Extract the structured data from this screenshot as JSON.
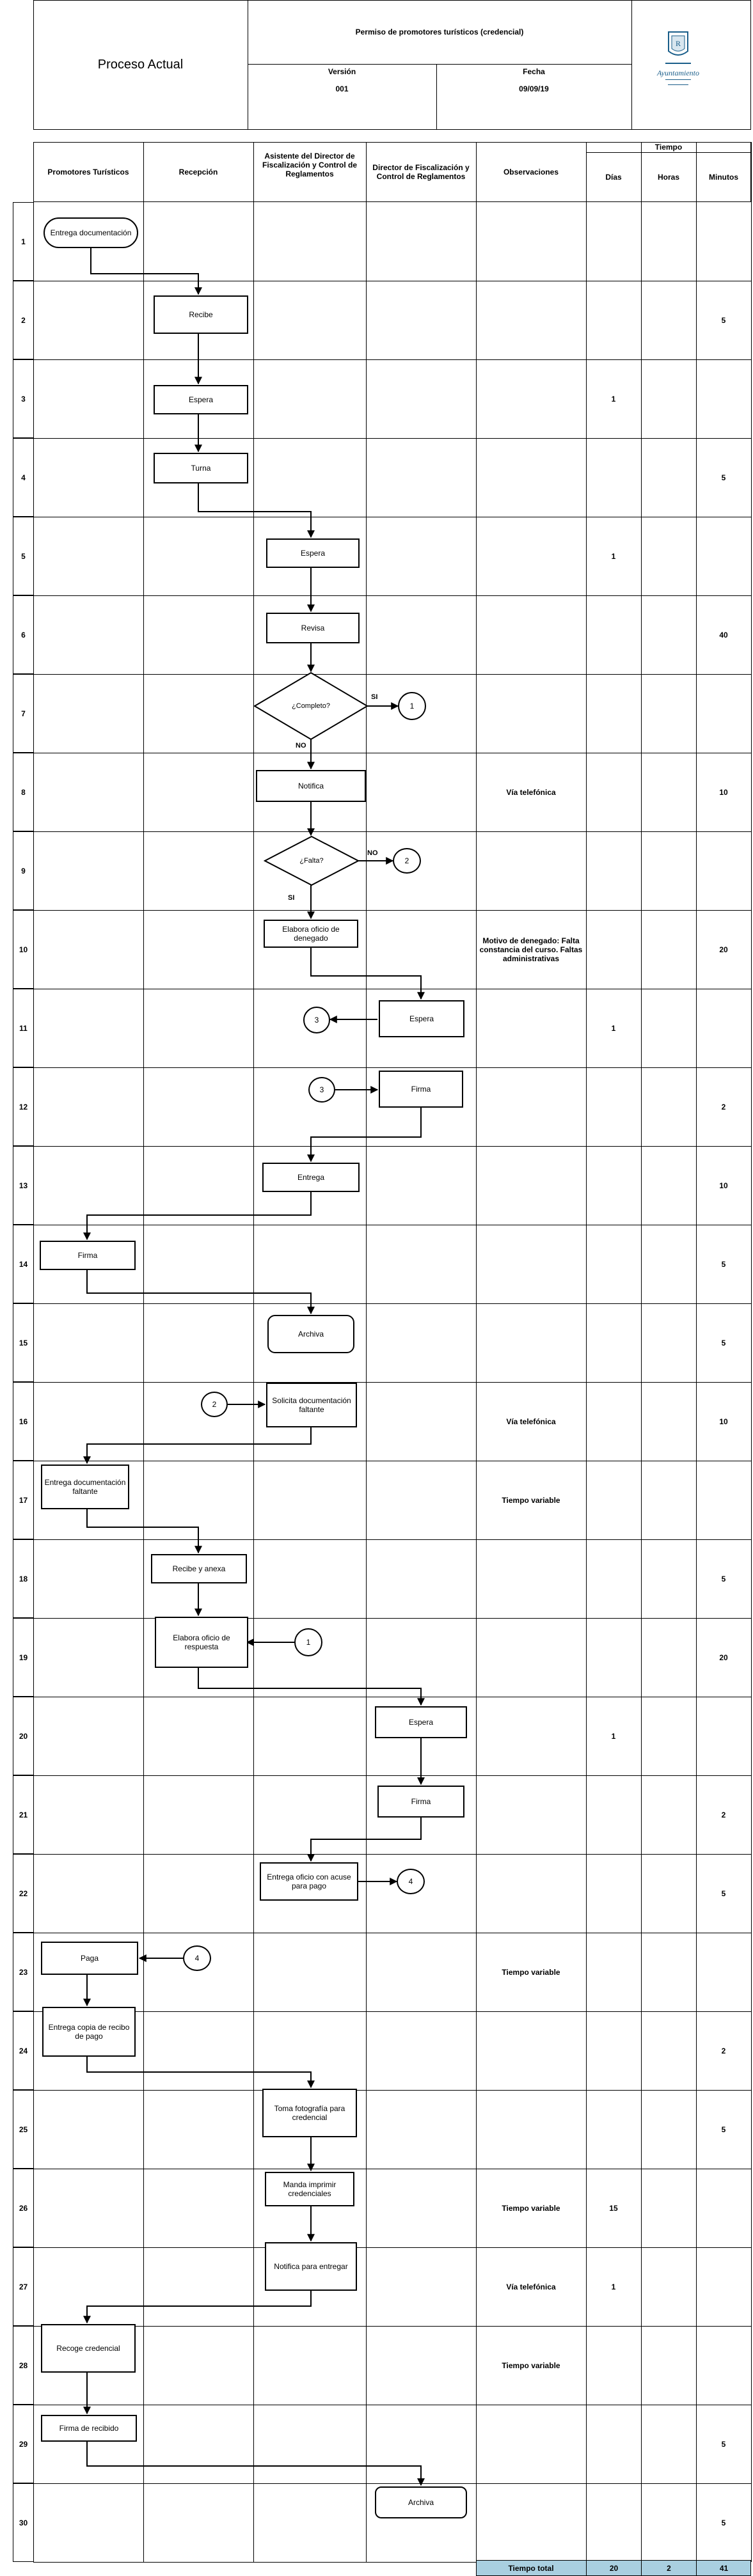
{
  "header": {
    "title": "Proceso Actual",
    "permit": "Permiso de promotores turísticos  (credencial)",
    "version_label": "Versión",
    "version_value": "001",
    "date_label": "Fecha",
    "date_value": "09/09/19",
    "logo_text": "Ayuntamiento"
  },
  "columns": {
    "promotores": "Promotores Turísticos",
    "recepcion": "Recepción",
    "asistente": "Asistente del Director de Fiscalización y Control de Reglamentos",
    "director": "Director de Fiscalización y Control de Reglamentos",
    "observaciones": "Observaciones",
    "tiempo": "Tiempo",
    "dias": "Días",
    "horas": "Horas",
    "minutos": "Minutos"
  },
  "rows": [
    {
      "n": "1",
      "obs": "",
      "dias": "",
      "horas": "",
      "min": ""
    },
    {
      "n": "2",
      "obs": "",
      "dias": "",
      "horas": "",
      "min": "5"
    },
    {
      "n": "3",
      "obs": "",
      "dias": "1",
      "horas": "",
      "min": ""
    },
    {
      "n": "4",
      "obs": "",
      "dias": "",
      "horas": "",
      "min": "5"
    },
    {
      "n": "5",
      "obs": "",
      "dias": "1",
      "horas": "",
      "min": ""
    },
    {
      "n": "6",
      "obs": "",
      "dias": "",
      "horas": "",
      "min": "40"
    },
    {
      "n": "7",
      "obs": "",
      "dias": "",
      "horas": "",
      "min": ""
    },
    {
      "n": "8",
      "obs": "Vía telefónica",
      "dias": "",
      "horas": "",
      "min": "10"
    },
    {
      "n": "9",
      "obs": "",
      "dias": "",
      "horas": "",
      "min": ""
    },
    {
      "n": "10",
      "obs": "Motivo de denegado: Falta constancia del curso. Faltas administrativas",
      "dias": "",
      "horas": "",
      "min": "20"
    },
    {
      "n": "11",
      "obs": "",
      "dias": "1",
      "horas": "",
      "min": ""
    },
    {
      "n": "12",
      "obs": "",
      "dias": "",
      "horas": "",
      "min": "2"
    },
    {
      "n": "13",
      "obs": "",
      "dias": "",
      "horas": "",
      "min": "10"
    },
    {
      "n": "14",
      "obs": "",
      "dias": "",
      "horas": "",
      "min": "5"
    },
    {
      "n": "15",
      "obs": "",
      "dias": "",
      "horas": "",
      "min": "5"
    },
    {
      "n": "16",
      "obs": "Vía telefónica",
      "dias": "",
      "horas": "",
      "min": "10"
    },
    {
      "n": "17",
      "obs": "Tiempo variable",
      "dias": "",
      "horas": "",
      "min": ""
    },
    {
      "n": "18",
      "obs": "",
      "dias": "",
      "horas": "",
      "min": "5"
    },
    {
      "n": "19",
      "obs": "",
      "dias": "",
      "horas": "",
      "min": "20"
    },
    {
      "n": "20",
      "obs": "",
      "dias": "1",
      "horas": "",
      "min": ""
    },
    {
      "n": "21",
      "obs": "",
      "dias": "",
      "horas": "",
      "min": "2"
    },
    {
      "n": "22",
      "obs": "",
      "dias": "",
      "horas": "",
      "min": "5"
    },
    {
      "n": "23",
      "obs": "Tiempo variable",
      "dias": "",
      "horas": "",
      "min": ""
    },
    {
      "n": "24",
      "obs": "",
      "dias": "",
      "horas": "",
      "min": "2"
    },
    {
      "n": "25",
      "obs": "",
      "dias": "",
      "horas": "",
      "min": "5"
    },
    {
      "n": "26",
      "obs": "Tiempo variable",
      "dias": "15",
      "horas": "",
      "min": ""
    },
    {
      "n": "27",
      "obs": "Vía telefónica",
      "dias": "1",
      "horas": "",
      "min": ""
    },
    {
      "n": "28",
      "obs": "Tiempo variable",
      "dias": "",
      "horas": "",
      "min": ""
    },
    {
      "n": "29",
      "obs": "",
      "dias": "",
      "horas": "",
      "min": "5"
    },
    {
      "n": "30",
      "obs": "",
      "dias": "",
      "horas": "",
      "min": "5"
    }
  ],
  "totals": {
    "label": "Tiempo total",
    "dias": "20",
    "horas": "2",
    "minutos": "41"
  },
  "steps": {
    "s1": "Entrega documentación",
    "s2": "Recibe",
    "s3": "Espera",
    "s4": "Turna",
    "s5": "Espera",
    "s6": "Revisa",
    "s7": "¿Completo?",
    "s8": "Notifica",
    "s9": "¿Falta?",
    "s10": "Elabora oficio de denegado",
    "s11": "Espera",
    "s12": "Firma",
    "s13": "Entrega",
    "s14": "Firma",
    "s15": "Archiva",
    "s16": "Solicita documentación faltante",
    "s17": "Entrega documentación faltante",
    "s18": "Recibe y anexa",
    "s19": "Elabora oficio  de respuesta",
    "s20": "Espera",
    "s21": "Firma",
    "s22": "Entrega oficio con acuse para pago",
    "s23": "Paga",
    "s24": "Entrega copia de recibo de pago",
    "s25": "Toma fotografía para credencial",
    "s26": "Manda imprimir credenciales",
    "s27": "Notifica para entregar",
    "s28": "Recoge credencial",
    "s29": "Firma de recibido",
    "s30": "Archiva"
  },
  "labels": {
    "si": "SI",
    "no": "NO"
  },
  "connectors": {
    "c1": "1",
    "c2": "2",
    "c3": "3",
    "c4": "4"
  },
  "colors": {
    "totals_bg": "#a9cfe0",
    "tiempo_bg": "#ffffff"
  }
}
